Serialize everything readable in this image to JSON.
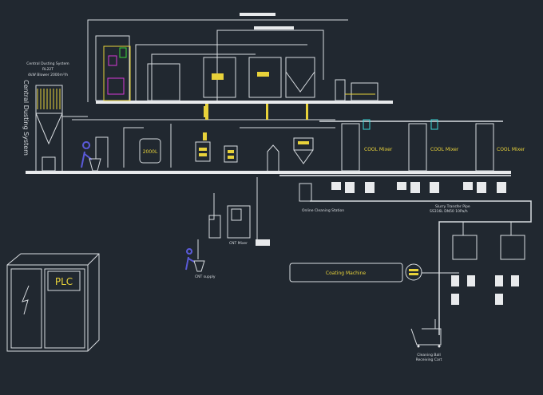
{
  "colors": {
    "background": "#212830",
    "lines": "#d8dce0",
    "accent": "#e8d23a",
    "operator": "#5a5ad8",
    "valve_green": "#3ad83a",
    "valve_magenta": "#d83ad8"
  },
  "dusting": {
    "title": "Central Dusting System",
    "model": "RL22T",
    "blower": "4kW Blower 2000m³/h",
    "vertical_label": "Central Dusting System"
  },
  "tank": {
    "label": "2000L"
  },
  "mixers": [
    {
      "label": "COOL Mixer"
    },
    {
      "label": "COOL Mixer"
    },
    {
      "label": "COOL Mixer"
    }
  ],
  "online_cleaning": {
    "label": "Online Cleaning Station"
  },
  "transfer_pipe": {
    "label": "Slurry Transfer Pipe",
    "sub": "SS316L DN50 10Pa/h"
  },
  "cnt": {
    "mixer_label": "CNT Mixer",
    "supply_label": "CNT supply"
  },
  "coating": {
    "label": "Coating Machine"
  },
  "cart": {
    "label_line1": "Cleaning Ball",
    "label_line2": "Receiving Cart"
  },
  "plc": {
    "label": "PLC",
    "icon": "lightning-icon"
  }
}
